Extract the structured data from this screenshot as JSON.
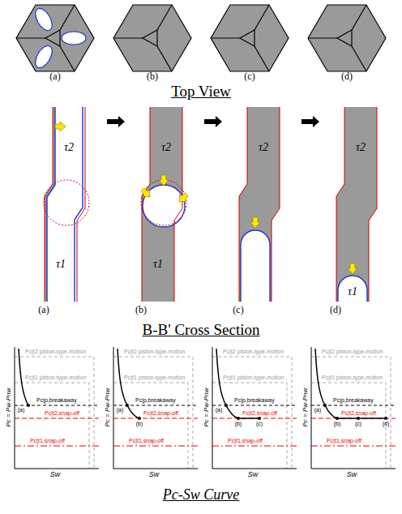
{
  "diagram": {
    "labels": [
      "(a)",
      "(b)",
      "(c)",
      "(d)",
      "Top View",
      "τ2",
      "τ1",
      "(a)",
      "τ2",
      "τ1",
      "(b)",
      "τ2",
      "(c)",
      "τ2",
      "τ1",
      "(d)",
      "B-B' Cross Section",
      "Pc|t2 piston-type-motion",
      "Pc|t1 piston-type-motion",
      "Pc|p,breakaway",
      "Pc|t2,snap-off",
      "Pc|t1,snap-off",
      "Pc = Pw-Pnw",
      "Sw",
      "(a)",
      "Pc|t2 piston-type-motion",
      "Pc|t1 piston-type-motion",
      "Pc|p,breakaway",
      "Pc|t2,snap-off",
      "Pc|t1,snap-off",
      "Pc = Pw-Pnw",
      "Sw",
      "(a)",
      "(b)",
      "Pc|t2 piston-type-motion",
      "Pc|t1 piston-type-motion",
      "Pc|p,breakaway",
      "Pc|t2,snap-off",
      "Pc|t1,snap-off",
      "Pc = Pw-Pnw",
      "Sw",
      "(a)",
      "(b)",
      "(c)",
      "Pc|t2 piston-type-motion",
      "Pc|t1 piston-type-motion",
      "Pc|p,breakaway",
      "Pc|t2,snap-off",
      "Pc|t1,snap-off",
      "Pc = Pw-Pnw",
      "Sw",
      "(a)",
      "(b)",
      "(c)",
      "(d)",
      "Pc-Sw Curve"
    ]
  }
}
